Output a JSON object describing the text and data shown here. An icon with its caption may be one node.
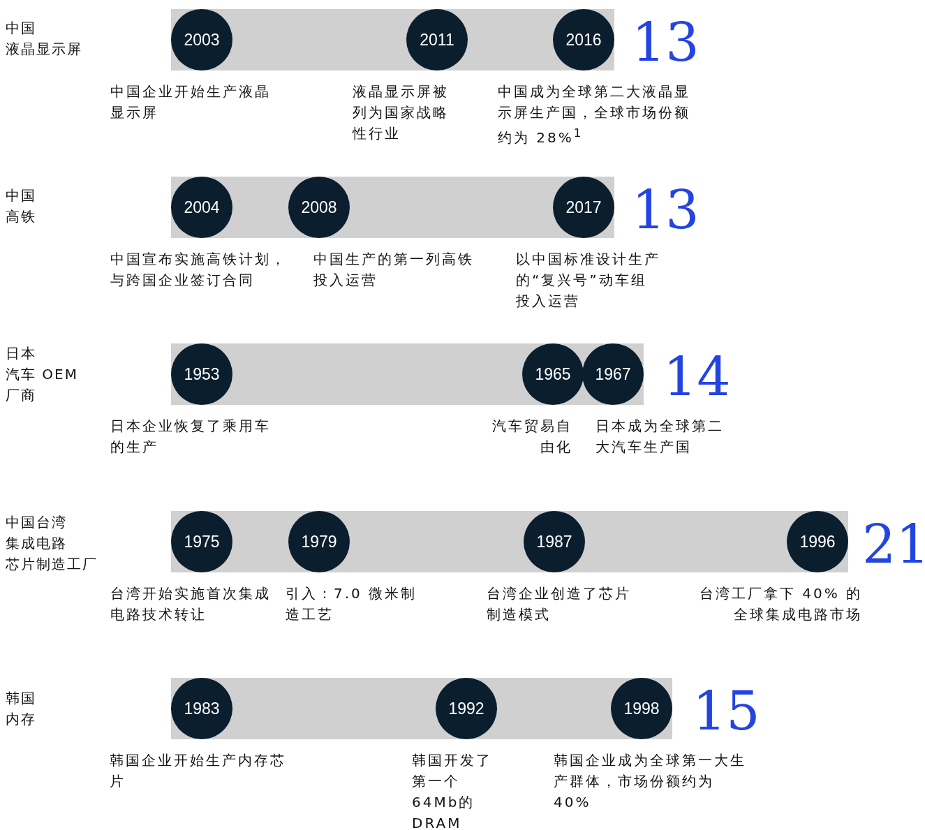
{
  "diagram": {
    "nodes": [
      {
        "text": [],
        "shape": "bar",
        "beside": [
          "13"
        ]
      },
      {
        "text": [
          "2003"
        ],
        "in": 0,
        "beside": [
          "中国企业开始生产液晶显示屏"
        ]
      },
      {
        "text": [
          "2011"
        ],
        "in": 0,
        "beside": [
          "液晶显示屏被列为国家战略性行业"
        ]
      },
      {
        "text": [
          "2016"
        ],
        "in": 0,
        "beside": [
          "中国成为全球第二大液晶显示屏生产国，全球市场份额约为 28%$^{1}$"
        ]
      },
      {
        "text": [],
        "shape": "bar",
        "beside": [
          "13"
        ]
      },
      {
        "text": [
          "2004"
        ],
        "in": 4,
        "beside": [
          "中国宣布实施高铁计划，与跨国企业签订合同"
        ]
      },
      {
        "text": [
          "2008"
        ],
        "in": 4,
        "beside": [
          "中国生产的第一列高铁投入运营"
        ]
      },
      {
        "text": [
          "2017"
        ],
        "in": 4,
        "beside": [
          "以中国标准设计生产的“复兴号”动车组投入运营"
        ]
      },
      {
        "text": [],
        "shape": "bar",
        "beside": [
          "14"
        ]
      },
      {
        "text": [
          "1953"
        ],
        "in": 8,
        "beside": [
          "日本企业恢复了乘用车的生产"
        ]
      },
      {
        "text": [
          "1965"
        ],
        "in": 8,
        "beside": [
          "汽车贸易自由化"
        ]
      },
      {
        "text": [
          "1967"
        ],
        "in": 8,
        "beside": [
          "日本成为全球第二大汽车生产国"
        ]
      },
      {
        "text": [],
        "shape": "bar",
        "beside": [
          "21"
        ]
      },
      {
        "text": [
          "1975"
        ],
        "in": 12,
        "beside": [
          "台湾开始实施首次集成电路技术转让"
        ]
      },
      {
        "text": [
          "1979"
        ],
        "in": 12,
        "beside": [
          "引入：7.0 微米制造工艺"
        ]
      },
      {
        "text": [
          "1987"
        ],
        "in": 12,
        "beside": [
          "台湾企业创造了芯片制造模式"
        ]
      },
      {
        "text": [
          "1996"
        ],
        "in": 12,
        "beside": [
          "台湾工厂拿下 40% 的全球集成电路市场"
        ]
      },
      {
        "text": [],
        "shape": "bar",
        "beside": [
          "15"
        ]
      },
      {
        "text": [
          "1983"
        ],
        "in": 17,
        "beside": [
          "韩国企业开始生产内存芯片"
        ]
      },
      {
        "text": [
          "1992"
        ],
        "in": 17,
        "beside": [
          "韩国开发了第一个 64Mb的 DRAM"
        ]
      },
      {
        "text": [
          "1998"
        ],
        "in": 17,
        "beside": [
          "韩国企业成为全球第一大生产群体，市场份额约为 40%"
        ]
      }
    ],
    "edges": [],
    "labels": [
      "中国",
      "液晶显示屏",
      "中国",
      "高铁",
      "日本",
      "汽车 OEM",
      "厂商",
      "中国台湾",
      "集成电路",
      "芯片制造工厂",
      "韩国",
      "内存"
    ]
  }
}
